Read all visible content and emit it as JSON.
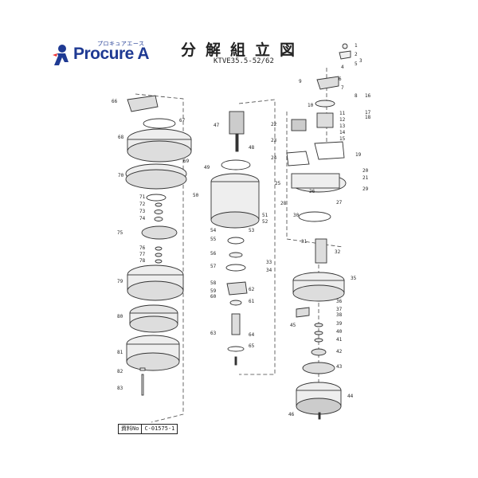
{
  "logo": {
    "kana": "プロキュアエース",
    "wordmark": "Procure A",
    "color": "#1f3a93"
  },
  "title": "分解組立図",
  "model": "KTVE35.5-52/62",
  "doc": {
    "label": "資料No",
    "number": "C-01575-1"
  },
  "parts": [
    "1",
    "2",
    "3",
    "4",
    "5",
    "6",
    "7",
    "8",
    "9",
    "10",
    "11",
    "12",
    "13",
    "14",
    "15",
    "16",
    "17",
    "18",
    "19",
    "20",
    "21",
    "22",
    "23",
    "24",
    "25",
    "26",
    "27",
    "28",
    "29",
    "30",
    "31",
    "32",
    "33",
    "34",
    "35",
    "36",
    "37",
    "38",
    "39",
    "40",
    "41",
    "42",
    "43",
    "44",
    "45",
    "46",
    "47",
    "48",
    "49",
    "50",
    "51",
    "52",
    "53",
    "54",
    "55",
    "56",
    "57",
    "58",
    "59",
    "60",
    "61",
    "62",
    "63",
    "64",
    "65",
    "66",
    "67",
    "68",
    "69",
    "70",
    "71",
    "72",
    "73",
    "74",
    "75",
    "76",
    "77",
    "78",
    "79",
    "80",
    "81",
    "82",
    "83"
  ]
}
